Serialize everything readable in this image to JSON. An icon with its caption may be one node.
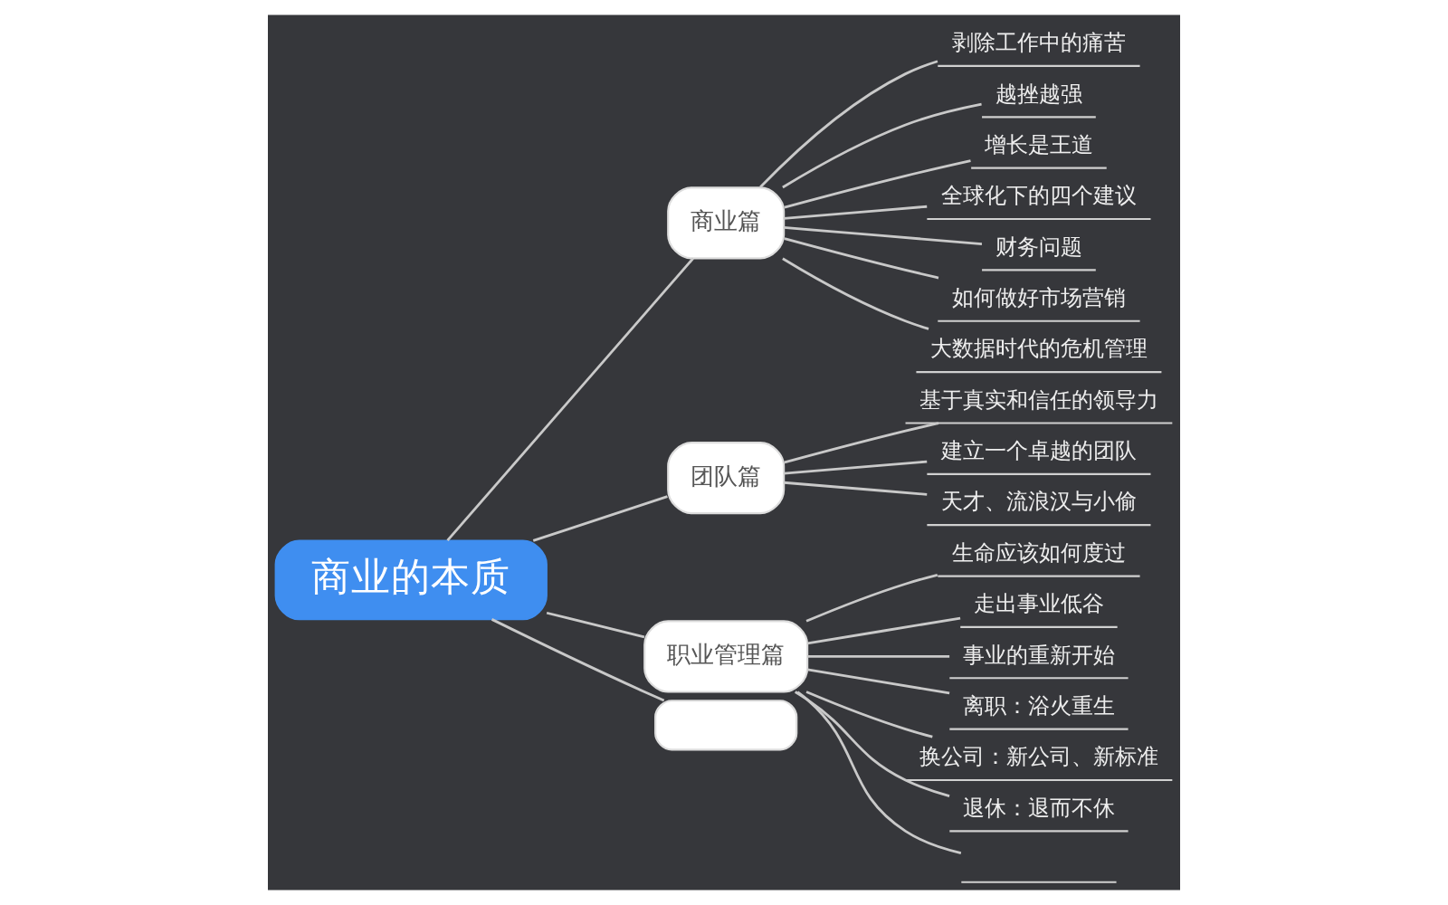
{
  "diagram": {
    "nodes": [
      {
        "text": [
          "商业的本质"
        ]
      },
      {
        "text": [
          "商业篇"
        ]
      },
      {
        "text": [
          "剥除工作中的痛苦"
        ]
      },
      {
        "text": [
          "越挫越强"
        ]
      },
      {
        "text": [
          "增长是王道"
        ]
      },
      {
        "text": [
          "全球化下的四个建议"
        ]
      },
      {
        "text": [
          "财务问题"
        ]
      },
      {
        "text": [
          "如何做好市场营销"
        ]
      },
      {
        "text": [
          "大数据时代的危机管理"
        ]
      },
      {
        "text": [
          "团队篇"
        ]
      },
      {
        "text": [
          "基于真实和信任的领导力"
        ]
      },
      {
        "text": [
          "建立一个卓越的团队"
        ]
      },
      {
        "text": [
          "天才、流浪汉与小偷"
        ]
      },
      {
        "text": [
          "职业管理篇"
        ]
      },
      {
        "text": [
          "生命应该如何度过"
        ]
      },
      {
        "text": [
          "走出事业低谷"
        ]
      },
      {
        "text": [
          "事业的重新开始"
        ]
      },
      {
        "text": [
          "离职：浴火重生"
        ]
      },
      {
        "text": [
          "换公司：新公司、新标准"
        ]
      },
      {
        "text": [
          "退休：退而不休"
        ]
      },
      {
        "text": [],
        "shape": "underline"
      },
      {
        "text": [],
        "shape": "box"
      }
    ],
    "edges": [
      {
        "from": 0,
        "to": 1,
        "arrow": "none"
      },
      {
        "from": 1,
        "to": 2,
        "arrow": "none"
      },
      {
        "from": 1,
        "to": 3,
        "arrow": "none"
      },
      {
        "from": 1,
        "to": 4,
        "arrow": "none"
      },
      {
        "from": 1,
        "to": 5,
        "arrow": "none"
      },
      {
        "from": 1,
        "to": 6,
        "arrow": "none"
      },
      {
        "from": 1,
        "to": 7,
        "arrow": "none"
      },
      {
        "from": 1,
        "to": 8,
        "arrow": "none"
      },
      {
        "from": 0,
        "to": 9,
        "arrow": "none"
      },
      {
        "from": 9,
        "to": 10,
        "arrow": "none"
      },
      {
        "from": 9,
        "to": 11,
        "arrow": "none"
      },
      {
        "from": 9,
        "to": 12,
        "arrow": "none"
      },
      {
        "from": 0,
        "to": 13,
        "arrow": "none"
      },
      {
        "from": 13,
        "to": 14,
        "arrow": "none"
      },
      {
        "from": 13,
        "to": 15,
        "arrow": "none"
      },
      {
        "from": 13,
        "to": 16,
        "arrow": "none"
      },
      {
        "from": 13,
        "to": 17,
        "arrow": "none"
      },
      {
        "from": 13,
        "to": 18,
        "arrow": "none"
      },
      {
        "from": 13,
        "to": 19,
        "arrow": "none"
      },
      {
        "from": 13,
        "to": 20,
        "arrow": "none"
      },
      {
        "from": 0,
        "to": 21,
        "arrow": "none"
      }
    ]
  }
}
